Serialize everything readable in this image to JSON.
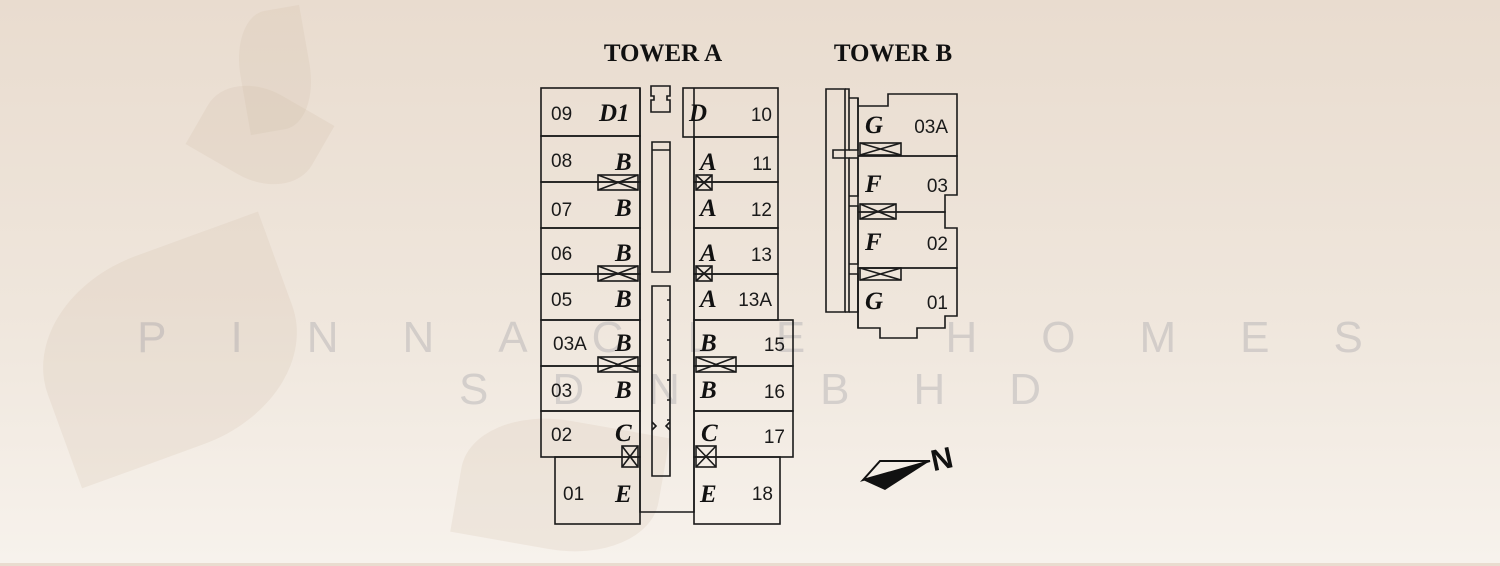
{
  "towers": {
    "a": {
      "title": "TOWER A",
      "left_units": [
        {
          "no": "09",
          "type": "D1"
        },
        {
          "no": "08",
          "type": "B"
        },
        {
          "no": "07",
          "type": "B"
        },
        {
          "no": "06",
          "type": "B"
        },
        {
          "no": "05",
          "type": "B"
        },
        {
          "no": "03A",
          "type": "B"
        },
        {
          "no": "03",
          "type": "B"
        },
        {
          "no": "02",
          "type": "C"
        },
        {
          "no": "01",
          "type": "E"
        }
      ],
      "right_units": [
        {
          "no": "10",
          "type": "D"
        },
        {
          "no": "11",
          "type": "A"
        },
        {
          "no": "12",
          "type": "A"
        },
        {
          "no": "13",
          "type": "A"
        },
        {
          "no": "13A",
          "type": "A"
        },
        {
          "no": "15",
          "type": "B"
        },
        {
          "no": "16",
          "type": "B"
        },
        {
          "no": "17",
          "type": "C"
        },
        {
          "no": "18",
          "type": "E"
        }
      ]
    },
    "b": {
      "title": "TOWER B",
      "units": [
        {
          "no": "03A",
          "type": "G"
        },
        {
          "no": "03",
          "type": "F"
        },
        {
          "no": "02",
          "type": "F"
        },
        {
          "no": "01",
          "type": "G"
        }
      ]
    }
  },
  "north_arrow": {
    "label": "N"
  },
  "watermark": {
    "line1": "PINNACLE HOMES",
    "line2": "SDN BHD"
  },
  "colors": {
    "line": "#1a1a1a",
    "background": "#ede3d8",
    "watermark": "#9a9aa4"
  }
}
